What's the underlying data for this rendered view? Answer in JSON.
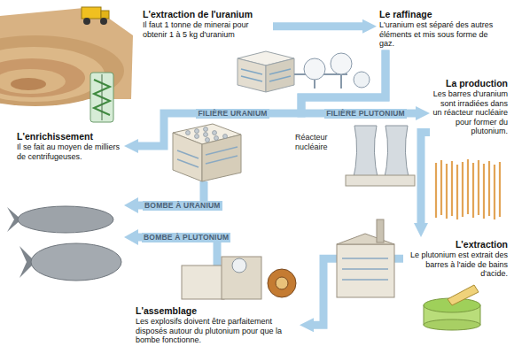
{
  "diagram": {
    "nodes": [
      {
        "text": [
          "L'extraction de l'uranium",
          "Il faut 1 tonne de minerai pour obtenir 1 à 5 kg d'uranium"
        ]
      },
      {
        "text": [
          "Le raffinage",
          "L'uranium est séparé des autres éléments et mis sous forme de gaz."
        ]
      },
      {
        "text": [
          "L'enrichissement",
          "Il se fait au moyen de milliers de centrifugeuses."
        ]
      },
      {
        "text": [
          "La production",
          "Les barres d'uranium sont irradiées dans un réacteur nucléaire pour former du plutonium."
        ]
      },
      {
        "text": [
          "L'extraction",
          "Le plutonium est extrait des barres à l'aide de bains d'acide."
        ]
      },
      {
        "text": [
          "L'assemblage",
          "Les explosifs doivent être parfaitement disposés autour du plutonium pour que la bombe fonctionne."
        ]
      }
    ],
    "edges": [
      {
        "from": 0,
        "to": 1,
        "arrow": "to"
      },
      {
        "from": 1,
        "to": 2,
        "label": "FILIÈRE URANIUM",
        "arrow": "to"
      },
      {
        "from": 1,
        "to": 3,
        "label": "FILIÈRE PLUTONIUM",
        "arrow": "to"
      },
      {
        "from": 3,
        "to": 4,
        "arrow": "to"
      },
      {
        "from": 4,
        "to": 5,
        "arrow": "to"
      }
    ],
    "labels": [
      "Réacteur nucléaire",
      "BOMBE À URANIUM",
      "BOMBE À PLUTONIUM"
    ]
  }
}
